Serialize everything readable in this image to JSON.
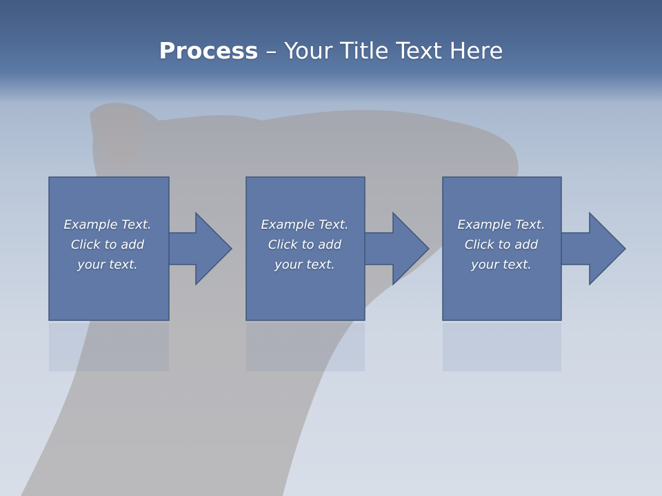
{
  "slide": {
    "title_bold": "Process",
    "title_rest": " – Your Title Text Here"
  },
  "steps": [
    {
      "text": "Example Text.\nClick  to add\nyour text."
    },
    {
      "text": "Example Text.\nClick  to add\nyour text."
    },
    {
      "text": "Example Text.\nClick  to add\nyour text."
    }
  ],
  "colors": {
    "box_fill": "#6079a6",
    "box_stroke": "#3e5479",
    "header": "#4e6a94"
  }
}
